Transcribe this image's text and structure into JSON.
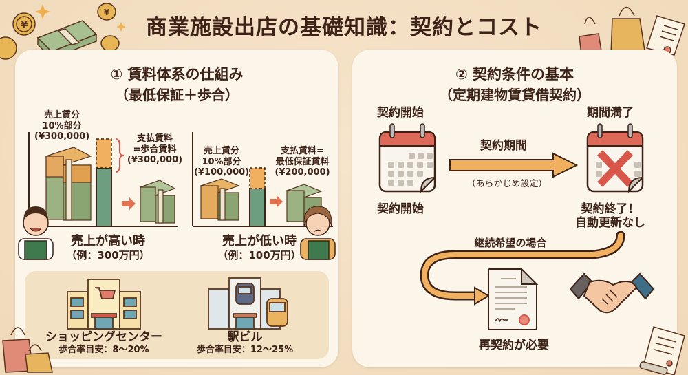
{
  "title": "商業施設出店の基礎知識：契約とコスト",
  "colors": {
    "background": "#f3dfc2",
    "panel": "#fbf5ea",
    "text": "#3d2218",
    "accent_orange": "#f0b060",
    "accent_green": "#6e9e80",
    "accent_red": "#d9574a"
  },
  "section1": {
    "heading": "① 賃料体系の仕組み",
    "subheading": "（最低保証＋歩合）",
    "high_case": {
      "sales_share_label_1": "売上賃分",
      "sales_share_label_2": "10%部分",
      "sales_share_amount": "(¥300,000)",
      "payment_label_1": "支払賃料",
      "payment_label_2": "=歩合賃料",
      "payment_amount": "(¥300,000)",
      "caption": "売上が高い時",
      "example": "（例：300万円）"
    },
    "low_case": {
      "sales_share_label_1": "売上賃分",
      "sales_share_label_2": "10%部分",
      "sales_share_amount": "(¥100,000)",
      "payment_label_1": "支払賃料=",
      "payment_label_2": "最低保証賃料",
      "payment_amount": "(¥200,000)",
      "caption": "売上が低い時",
      "example": "（例：100万円）"
    },
    "facilities": [
      {
        "name": "ショッピングセンター",
        "rate": "歩合率目安：8〜20%",
        "icon": "shopping-center-icon"
      },
      {
        "name": "駅ビル",
        "rate": "歩合率目安：12〜25%",
        "icon": "station-building-icon"
      }
    ]
  },
  "section2": {
    "heading": "② 契約条件の基本",
    "subheading": "（定期建物賃貸借契約）",
    "start_label_top": "契約開始",
    "start_label_bottom": "契約開始",
    "end_label_top": "期間満了",
    "period_label": "契約期間",
    "period_note": "（あらかじめ設定）",
    "end_note_1": "契約終了！",
    "end_note_2": "自動更新なし",
    "renewal_label": "継続希望の場合",
    "recontract_label": "再契約が必要"
  }
}
